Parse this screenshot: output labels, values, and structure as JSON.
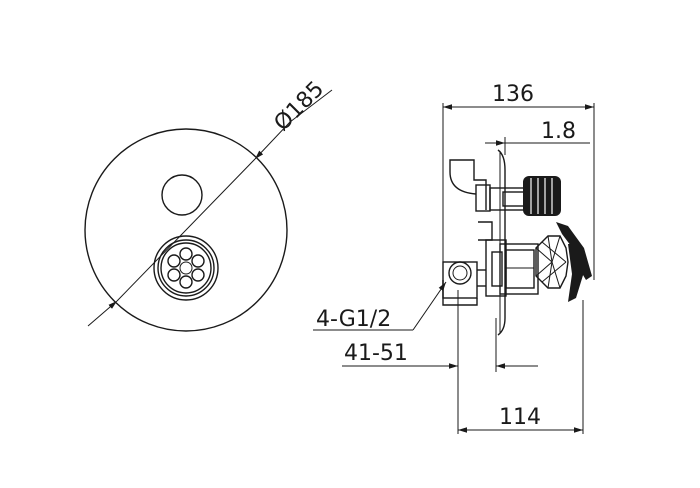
{
  "drawing": {
    "front_view": {
      "diameter_label": "Ø185"
    },
    "side_view": {
      "overall_depth_label": "136",
      "plate_thickness_label": "1.8",
      "inlet_thread_label": "4-G1/2",
      "install_depth_range_label": "41-51",
      "body_depth_label": "114"
    },
    "colors": {
      "line": "#1a1a1a",
      "background": "#ffffff"
    }
  }
}
